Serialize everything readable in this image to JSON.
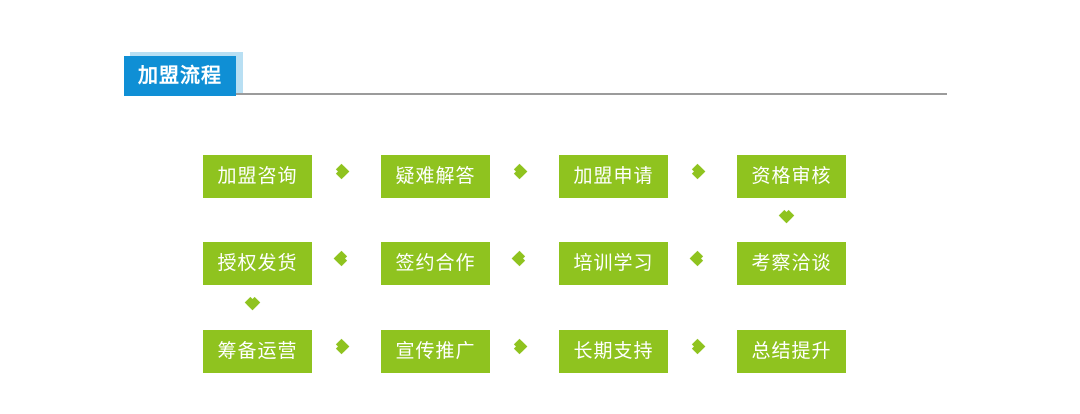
{
  "colors": {
    "accent_green": "#8fc31f",
    "brand_blue": "#0f8fd5",
    "tab_shadow_blue": "#b8dff3",
    "divider_gray": "#9b9b9b",
    "text_white": "#ffffff"
  },
  "header": {
    "title": "加盟流程"
  },
  "flow": {
    "rows": [
      {
        "direction": "right",
        "steps": [
          "加盟咨询",
          "疑难解答",
          "加盟申请",
          "资格审核"
        ]
      },
      {
        "direction": "left",
        "steps": [
          "授权发货",
          "签约合作",
          "培训学习",
          "考察洽谈"
        ]
      },
      {
        "direction": "right",
        "steps": [
          "筹备运营",
          "宣传推广",
          "长期支持",
          "总结提升"
        ]
      }
    ]
  }
}
